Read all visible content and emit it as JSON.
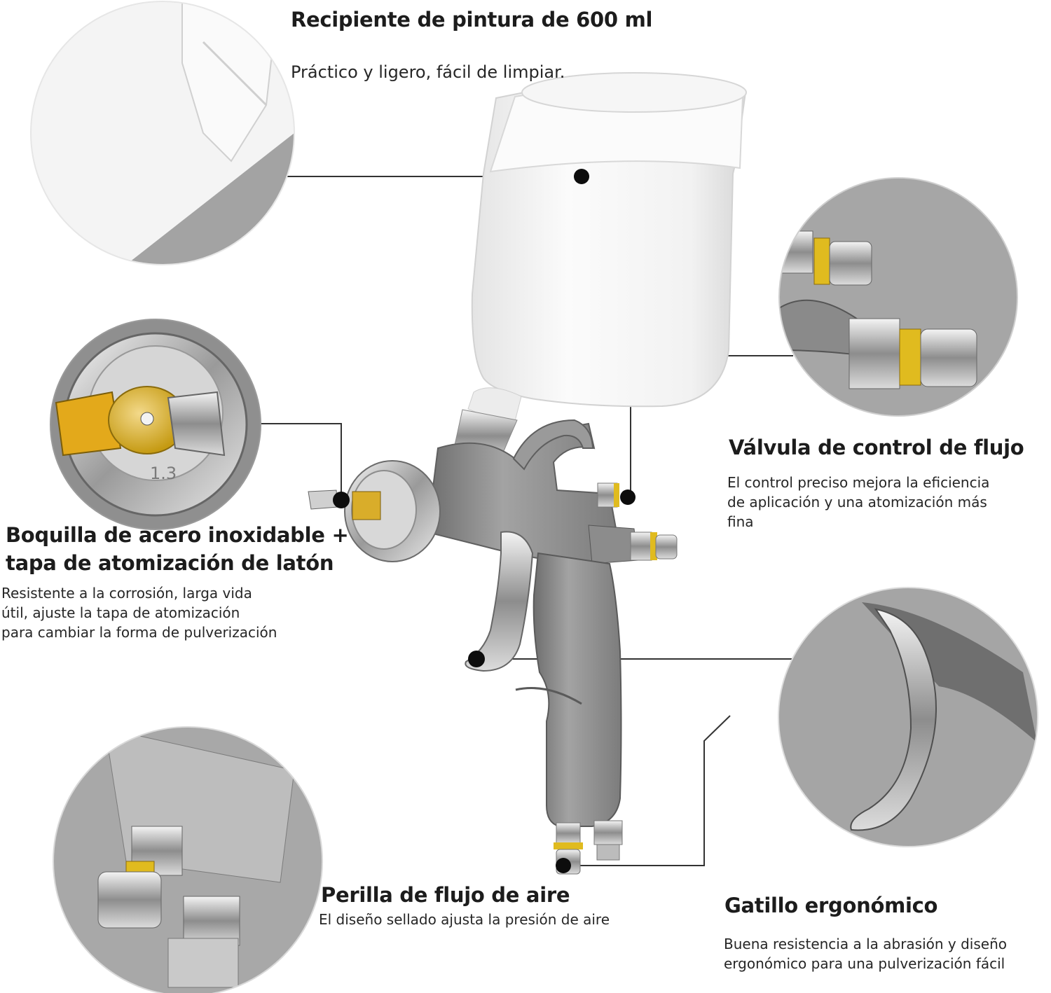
{
  "features": {
    "cup": {
      "title": "Recipiente de pintura de 600 ml",
      "desc": "Práctico y ligero, fácil de limpiar."
    },
    "nozzle": {
      "title_line1": "Boquilla de acero inoxidable +",
      "title_line2": "tapa de atomización de latón",
      "desc_line1": "Resistente a la corrosión, larga vida",
      "desc_line2": "útil, ajuste la tapa de atomización",
      "desc_line3": "para cambiar la forma de pulverización"
    },
    "valve": {
      "title": "Válvula de control de flujo",
      "desc_line1": "El control preciso mejora la eficiencia",
      "desc_line2": "de aplicación y una atomización más",
      "desc_line3": "fina"
    },
    "air_knob": {
      "title": "Perilla de flujo de aire",
      "desc": "El diseño sellado ajusta la presión de aire"
    },
    "trigger": {
      "title": "Gatillo ergonómico",
      "desc_line1": "Buena resistencia a la abrasión y diseño",
      "desc_line2": "ergonómico para una pulverización fácil"
    }
  },
  "nozzle_size_mark": "1.3",
  "colors": {
    "zoom_circle": "#a9a9a9",
    "gun_body": "#8c8c8c",
    "cup": "#f3f3f3",
    "brass": "#e0bb1f",
    "callout_dot": "#0d0d0d"
  }
}
